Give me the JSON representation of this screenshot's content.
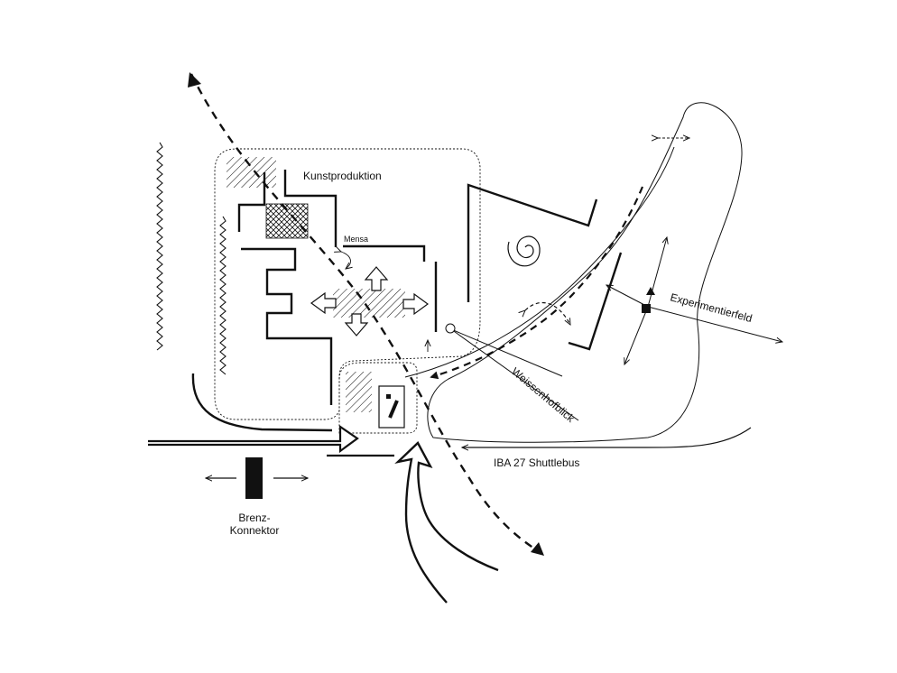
{
  "labels": {
    "kunstproduktion": "Kunstproduktion",
    "mensa": "Mensa",
    "experimentierfeld": "Experimentierfeld",
    "weissenhofblick": "Weissenhofblick",
    "shuttlebus": "IBA 27 Shuttlebus",
    "brenz_line1": "Brenz-",
    "brenz_line2": "Konnektor"
  },
  "colors": {
    "ink": "#111111",
    "background": "#ffffff"
  },
  "icons": [
    "spiral-icon",
    "pedestrian-arrow-icon",
    "hatch-pattern",
    "cross-hatch-pattern"
  ]
}
